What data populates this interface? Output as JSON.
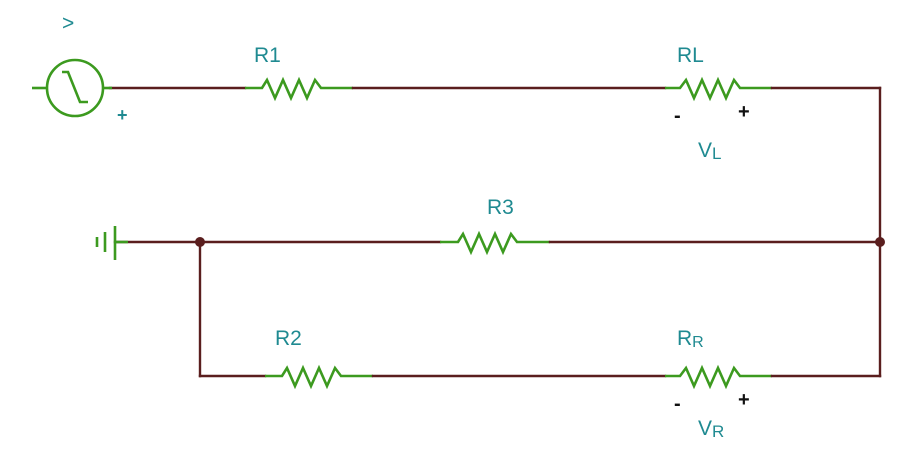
{
  "source": {
    "label": ">",
    "plus": "+"
  },
  "resistors": {
    "r1": "R1",
    "rl": "RL",
    "r3": "R3",
    "r2": "R2",
    "rr_main": "R",
    "rr_sub": "R"
  },
  "voltages": {
    "vl_main": "V",
    "vl_sub": "L",
    "vr_main": "V",
    "vr_sub": "R"
  },
  "polarity": {
    "minus": "-",
    "plus": "+"
  },
  "colors": {
    "wire": "#5a1e1e",
    "component": "#3c9a1f",
    "label": "#1f8a91"
  }
}
